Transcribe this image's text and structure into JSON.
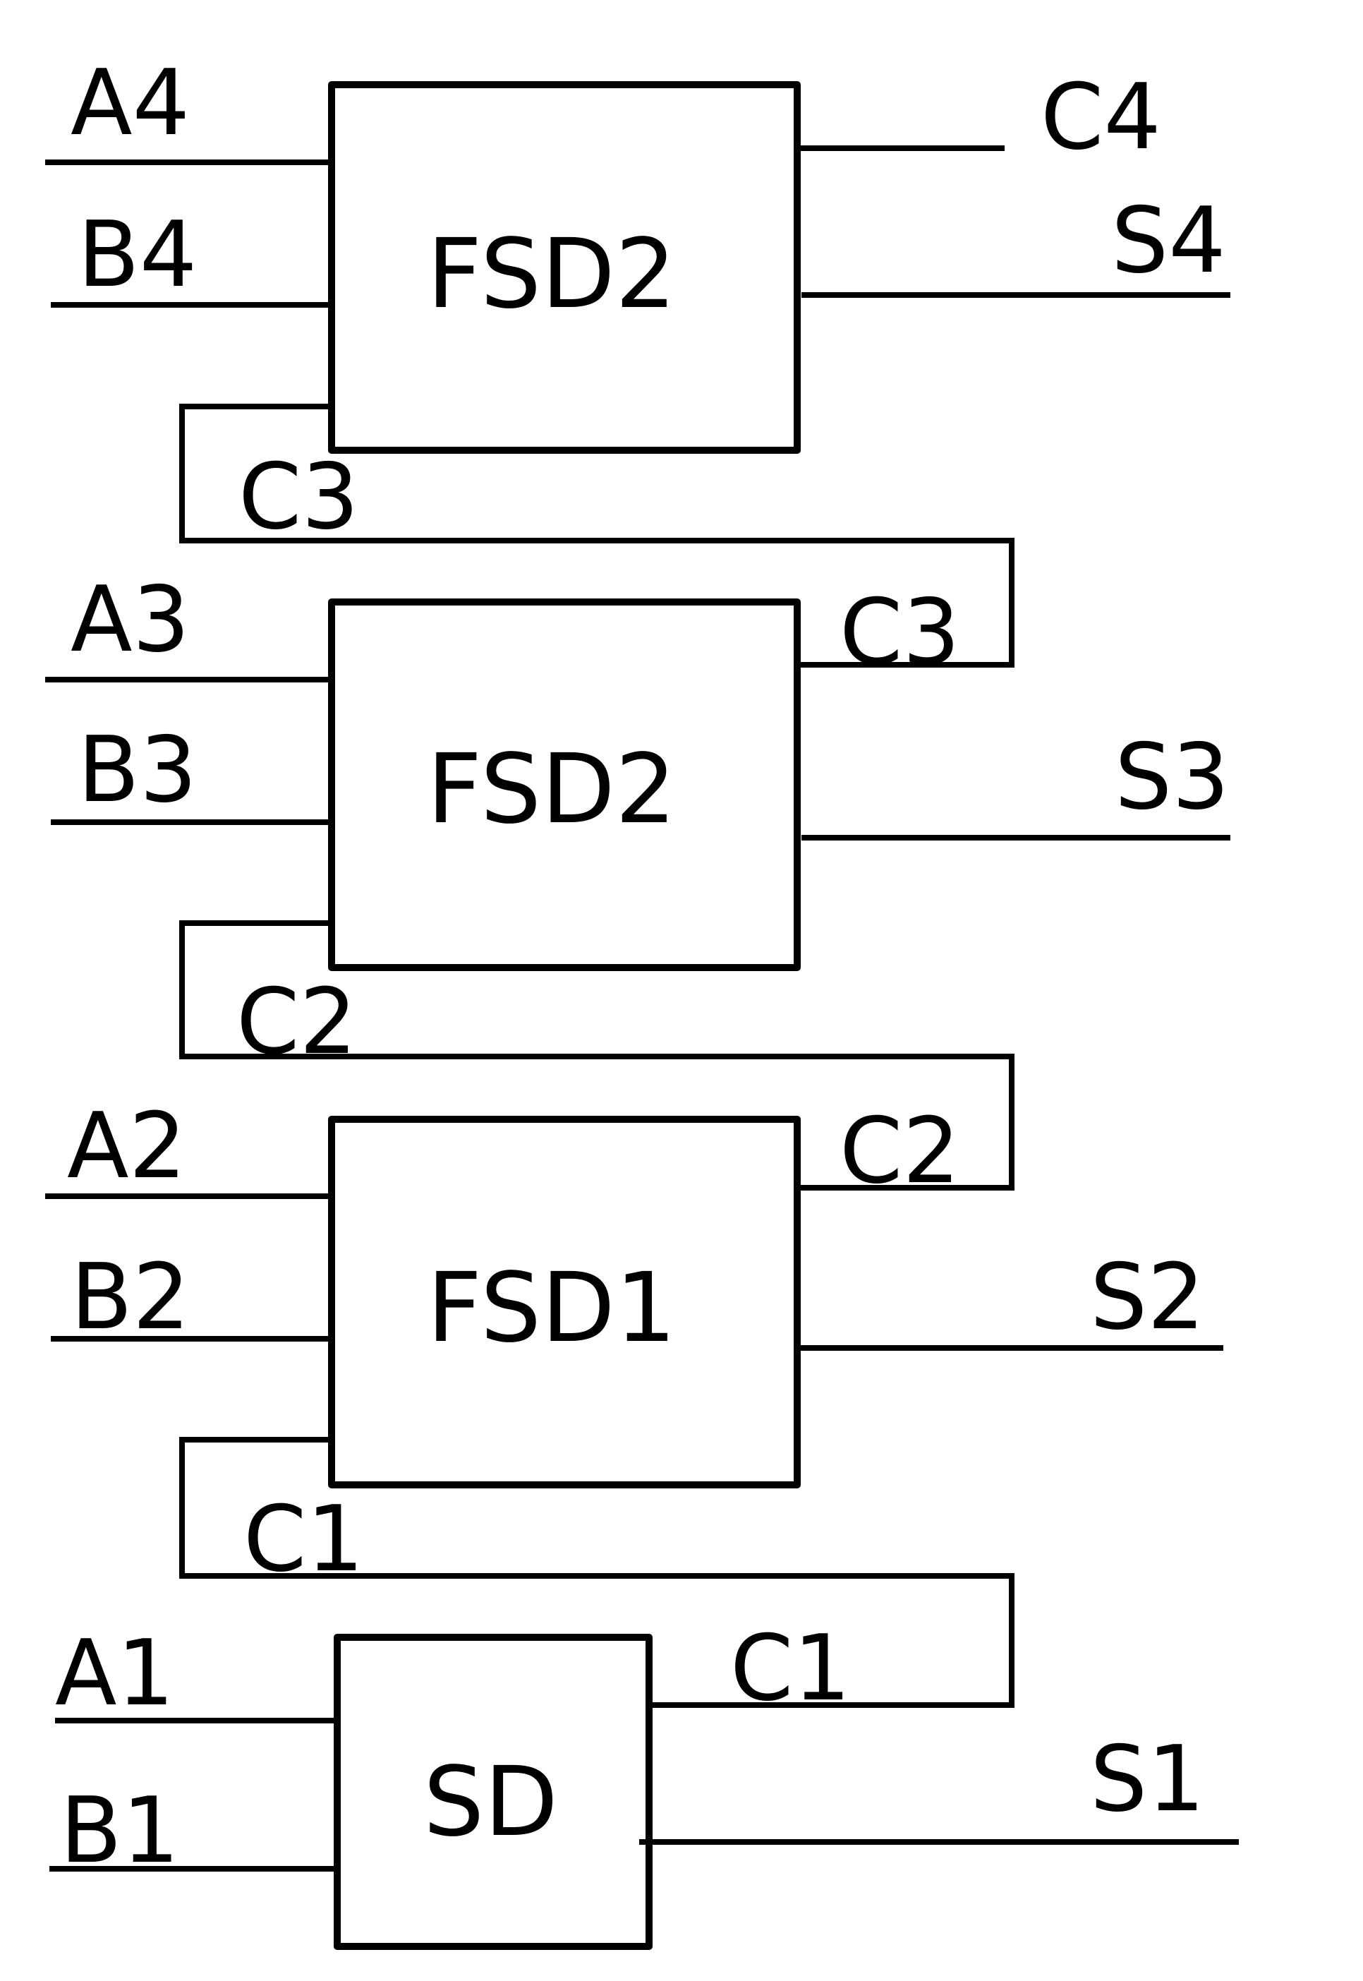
{
  "blocks": [
    {
      "id": "fsd2-top",
      "label": "FSD2"
    },
    {
      "id": "fsd2-mid",
      "label": "FSD2"
    },
    {
      "id": "fsd1",
      "label": "FSD1"
    },
    {
      "id": "sd",
      "label": "SD"
    }
  ],
  "signals": {
    "a4": "A4",
    "b4": "B4",
    "c4": "C4",
    "s4": "S4",
    "c3_in": "C3",
    "c3_out": "C3",
    "a3": "A3",
    "b3": "B3",
    "s3": "S3",
    "c2_in": "C2",
    "c2_out": "C2",
    "a2": "A2",
    "b2": "B2",
    "s2": "S2",
    "c1_in": "C1",
    "c1_out": "C1",
    "a1": "A1",
    "b1": "B1",
    "s1": "S1"
  }
}
